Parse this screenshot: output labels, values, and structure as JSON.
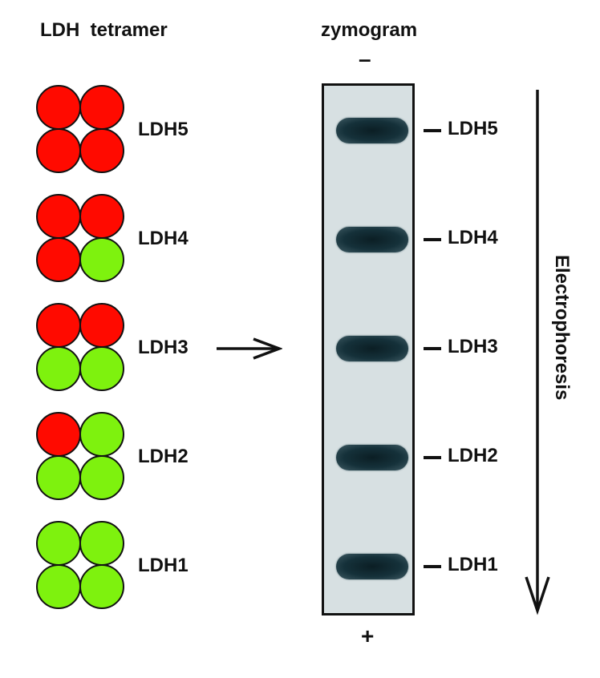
{
  "headers": {
    "tetramer_title": "LDH  tetramer",
    "zymogram_title": "zymogram"
  },
  "colors": {
    "red_subunit": "#ff0a00",
    "green_subunit": "#7ef20e",
    "gel_background": "#d7e0e2",
    "band": "#12303a"
  },
  "isoenzymes": [
    {
      "label": "LDH5",
      "subunits": [
        "red",
        "red",
        "red",
        "red"
      ]
    },
    {
      "label": "LDH4",
      "subunits": [
        "red",
        "red",
        "red",
        "green"
      ]
    },
    {
      "label": "LDH3",
      "subunits": [
        "red",
        "red",
        "green",
        "green"
      ]
    },
    {
      "label": "LDH2",
      "subunits": [
        "red",
        "green",
        "green",
        "green"
      ]
    },
    {
      "label": "LDH1",
      "subunits": [
        "green",
        "green",
        "green",
        "green"
      ]
    }
  ],
  "gel": {
    "cathode_sign": "–",
    "anode_sign": "+",
    "band_labels": [
      "LDH5",
      "LDH4",
      "LDH3",
      "LDH2",
      "LDH1"
    ]
  },
  "direction_label": "Electrophoresis",
  "connector_arrow": "right-arrow"
}
